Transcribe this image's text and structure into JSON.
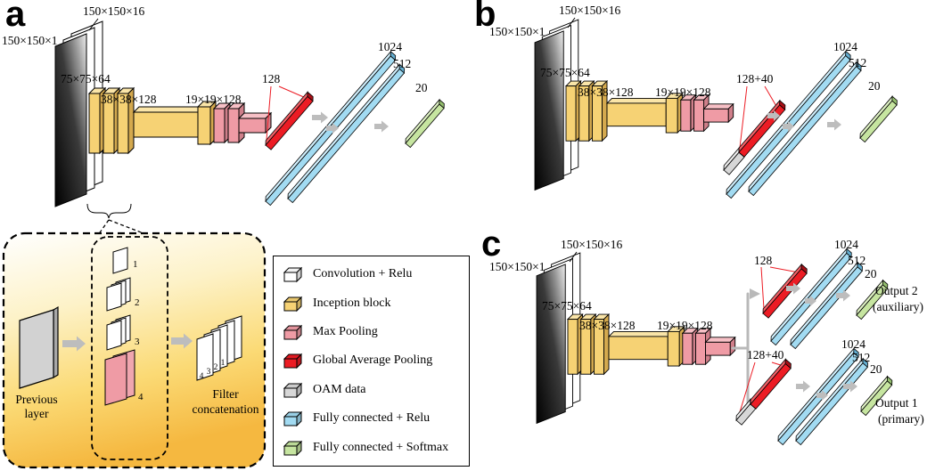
{
  "figure": {
    "panels": {
      "a": {
        "letter": "a",
        "input_dim": "150×150×1",
        "conv_dim": "150×150×16",
        "inc1_dim": "75×75×64",
        "inc2_dim": "38×38×128",
        "pool_dim": "19×19×128",
        "gap_dim": "128",
        "fc1_dim": "1024",
        "fc2_dim": "512",
        "out_dim": "20"
      },
      "b": {
        "letter": "b",
        "input_dim": "150×150×1",
        "conv_dim": "150×150×16",
        "inc1_dim": "75×75×64",
        "inc2_dim": "38×38×128",
        "pool_dim": "19×19×128",
        "gap_dim": "128+40",
        "fc1_dim": "1024",
        "fc2_dim": "512",
        "out_dim": "20"
      },
      "c": {
        "letter": "c",
        "input_dim": "150×150×1",
        "conv_dim": "150×150×16",
        "inc1_dim": "75×75×64",
        "inc2_dim": "38×38×128",
        "pool_dim": "19×19×128",
        "aux": {
          "gap_dim": "128",
          "fc1_dim": "1024",
          "fc2_dim": "512",
          "out_dim": "20",
          "output": "Output 2",
          "output_sub": "(auxiliary)"
        },
        "pri": {
          "gap_dim": "128+40",
          "fc1_dim": "1024",
          "fc2_dim": "512",
          "out_dim": "20",
          "output": "Output 1",
          "output_sub": "(primary)"
        }
      }
    },
    "inset": {
      "prev1": "Previous",
      "prev2": "layer",
      "branch_nums": [
        "1",
        "2",
        "3",
        "4"
      ],
      "concat_nums": [
        "4",
        "3",
        "2",
        "1"
      ],
      "cap1": "Filter",
      "cap2": "concatenation"
    },
    "legend": {
      "items": [
        {
          "label": "Convolution + Relu",
          "color": "#ffffff"
        },
        {
          "label": "Inception block",
          "color": "#f6d274"
        },
        {
          "label": "Max Pooling",
          "color": "#ef9ba5"
        },
        {
          "label": "Global Average Pooling",
          "color": "#ec1c24"
        },
        {
          "label": "OAM data",
          "color": "#d7d7d7"
        },
        {
          "label": "Fully connected + Relu",
          "color": "#a2dbf2"
        },
        {
          "label": "Fully connected + Softmax",
          "color": "#c6e5a0"
        }
      ]
    }
  }
}
